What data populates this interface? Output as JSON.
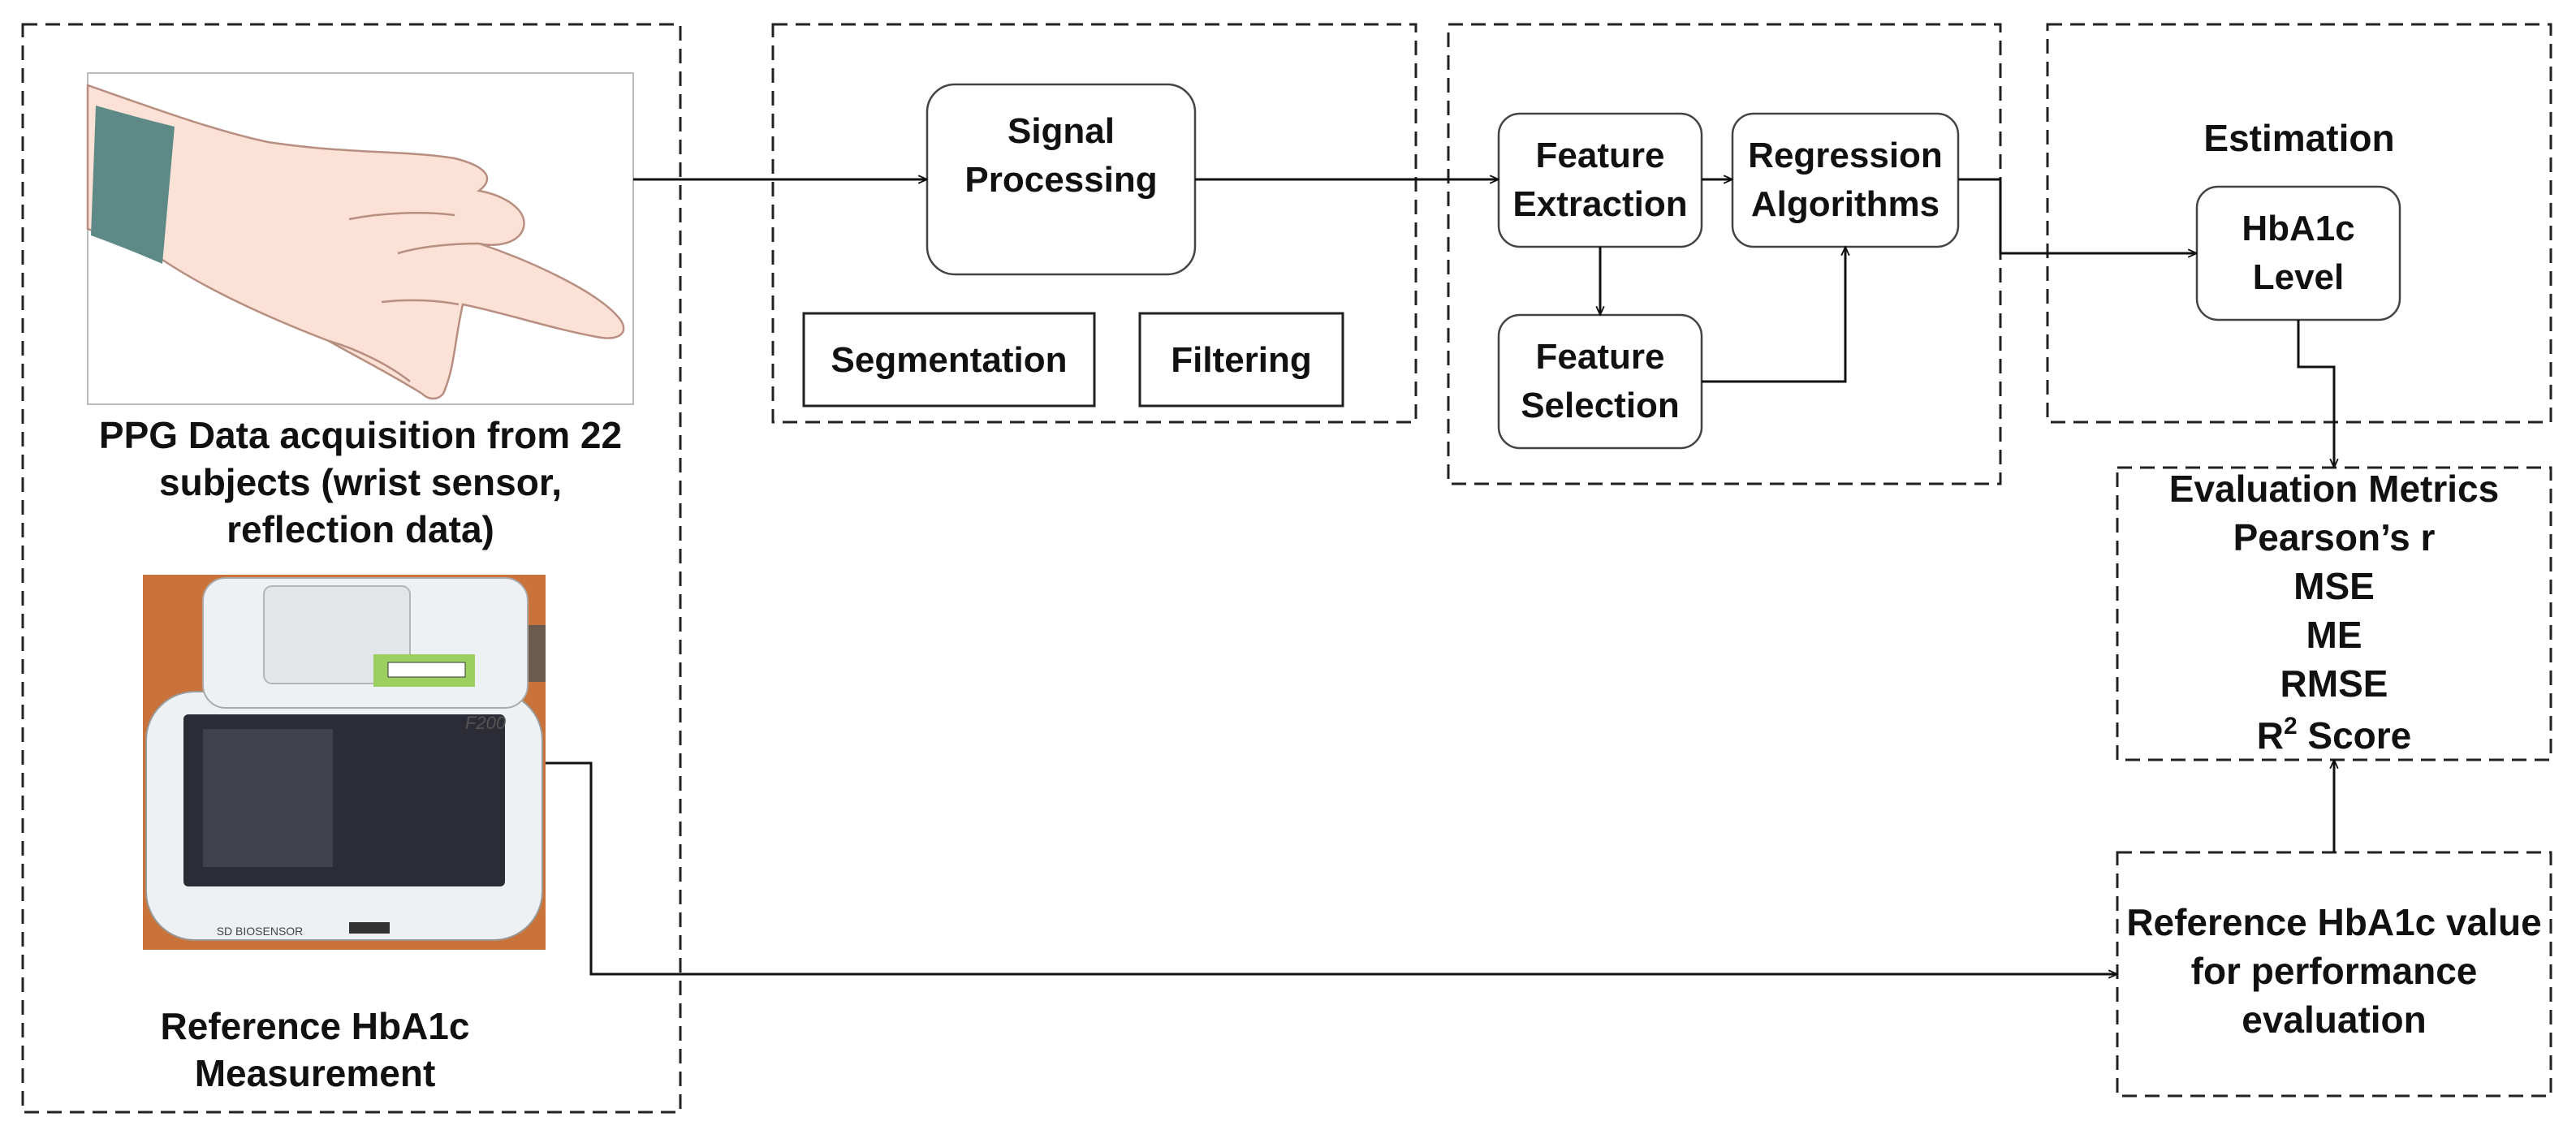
{
  "acquisition": {
    "caption_line1": "PPG Data acquisition from 22",
    "caption_line2": "subjects (wrist sensor,",
    "caption_line3": "reflection data)",
    "device_model": "F200",
    "device_brand": "SD BIOSENSOR",
    "reference_line1": "Reference HbA1c",
    "reference_line2": "Measurement"
  },
  "processing": {
    "signal_line1": "Signal",
    "signal_line2": "Processing",
    "segmentation": "Segmentation",
    "filtering": "Filtering"
  },
  "features": {
    "extraction_line1": "Feature",
    "extraction_line2": "Extraction",
    "regression_line1": "Regression",
    "regression_line2": "Algorithms",
    "selection_line1": "Feature",
    "selection_line2": "Selection"
  },
  "estimation": {
    "title": "Estimation",
    "level_line1": "HbA1c",
    "level_line2": "Level"
  },
  "metrics": {
    "title": "Evaluation Metrics",
    "items": [
      "Pearson’s r",
      "MSE",
      "ME",
      "RMSE"
    ],
    "r2_base": "R",
    "r2_sup": "2",
    "r2_rest": " Score"
  },
  "reference_eval": {
    "line1": "Reference HbA1c value",
    "line2": "for performance",
    "line3": "evaluation"
  },
  "colors": {
    "skin": "#fbe1d6",
    "skin_outline": "#b88e80",
    "band": "#5d8a86",
    "device_bg": "#c9733a",
    "device_body": "#eef1f3",
    "screen": "#2c2c36"
  }
}
